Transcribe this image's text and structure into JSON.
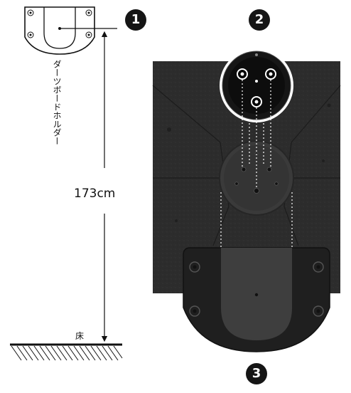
{
  "labels": {
    "holder": "ダーツボードホルダー",
    "height": "173cm",
    "floor": "床"
  },
  "steps": [
    "1",
    "2",
    "3"
  ],
  "colors": {
    "wall": "#2e2e2e",
    "holder_plate": "#222222",
    "holder_inner": "#3b3b3b",
    "step_badge": "#151515",
    "line": "#111111"
  }
}
